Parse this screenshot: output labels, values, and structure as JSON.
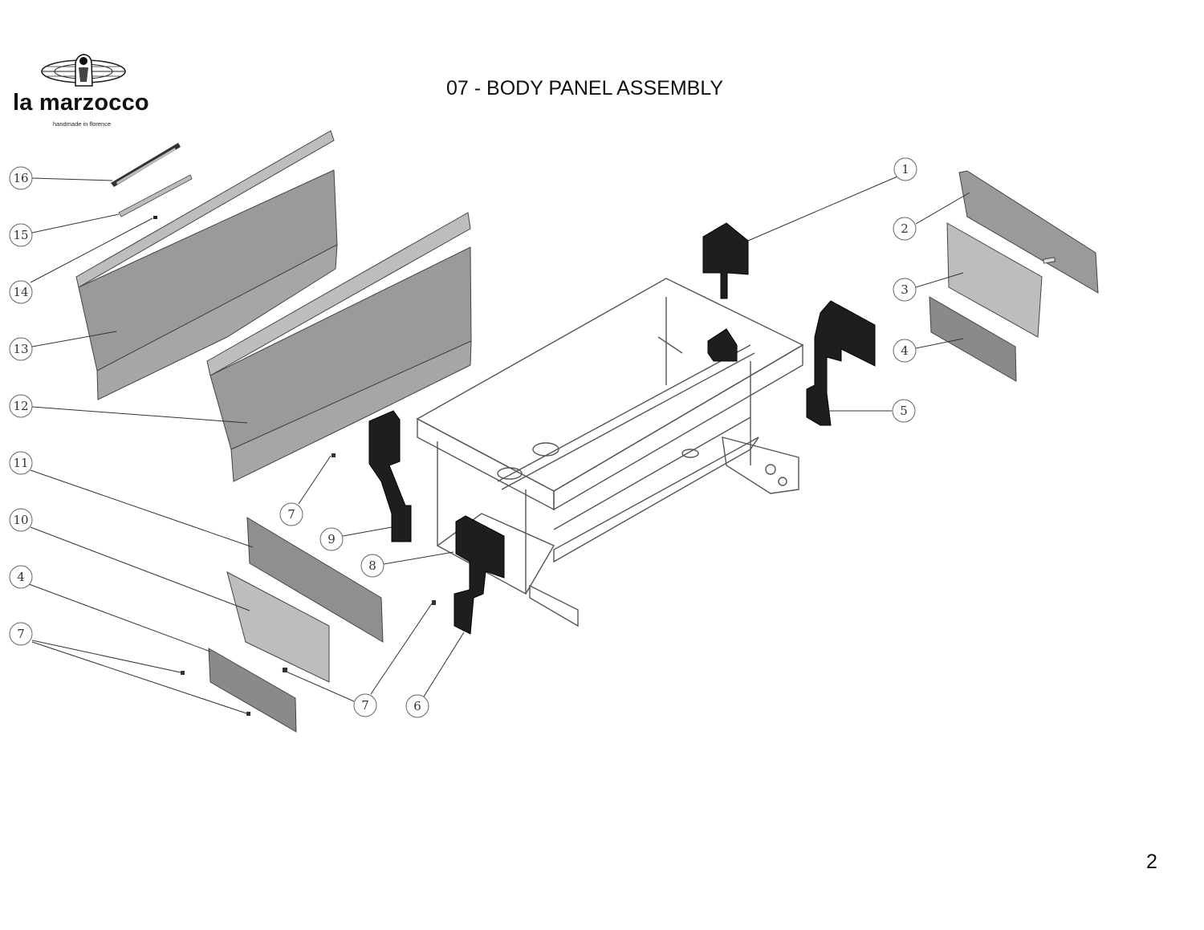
{
  "header": {
    "brand_name": "la marzocco",
    "brand_tagline": "handmade in florence",
    "title": "07 - BODY PANEL ASSEMBLY"
  },
  "footer": {
    "page_number": "2"
  },
  "callouts": [
    {
      "id": "c1",
      "label": "1"
    },
    {
      "id": "c2",
      "label": "2"
    },
    {
      "id": "c3",
      "label": "3"
    },
    {
      "id": "c4r",
      "label": "4"
    },
    {
      "id": "c5",
      "label": "5"
    },
    {
      "id": "c6",
      "label": "6"
    },
    {
      "id": "c7b",
      "label": "7"
    },
    {
      "id": "c8",
      "label": "8"
    },
    {
      "id": "c9",
      "label": "9"
    },
    {
      "id": "c7m",
      "label": "7"
    },
    {
      "id": "c16",
      "label": "16"
    },
    {
      "id": "c15",
      "label": "15"
    },
    {
      "id": "c14",
      "label": "14"
    },
    {
      "id": "c13",
      "label": "13"
    },
    {
      "id": "c12",
      "label": "12"
    },
    {
      "id": "c11",
      "label": "11"
    },
    {
      "id": "c10",
      "label": "10"
    },
    {
      "id": "c4l",
      "label": "4"
    },
    {
      "id": "c7l",
      "label": "7"
    }
  ],
  "colors": {
    "panel_gray": "#9a9a9a",
    "panel_dark": "#8a8a8a",
    "panel_light": "#bdbdbd",
    "bracket_black": "#1e1e1e"
  }
}
